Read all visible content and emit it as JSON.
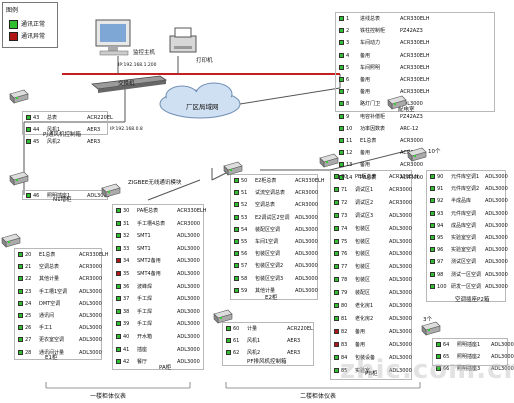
{
  "colors": {
    "normal": "#2fbf2f",
    "abnormal": "#b01616",
    "redline": "#c41e1e",
    "cloud": "#cfe0f2"
  },
  "legend": {
    "title": "图例",
    "items": [
      {
        "label": "通讯正常",
        "status": "normal"
      },
      {
        "label": "通讯异常",
        "status": "abnormal"
      }
    ]
  },
  "top": {
    "host_label": "监控主机",
    "host_ip": "IP:192.168.1.200",
    "printer_label": "打印机",
    "switch_label": "交换机",
    "lan_label": "厂区局域网",
    "ip2": "IP:192.168.0.8",
    "zigbee_label": "ZIGBEE无线通讯模块"
  },
  "panels": {
    "pdd": {
      "title": "配电室",
      "rows": [
        {
          "n": "1",
          "name": "进线总表",
          "model": "ACR330ELH",
          "st": "normal"
        },
        {
          "n": "2",
          "name": "铁柱控制柜",
          "model": "PZ42AZ3",
          "st": "normal"
        },
        {
          "n": "3",
          "name": "车间动力",
          "model": "ACR330ELH",
          "st": "normal"
        },
        {
          "n": "4",
          "name": "备用",
          "model": "ACR330ELH",
          "st": "normal"
        },
        {
          "n": "5",
          "name": "车间照明",
          "model": "ACR330ELH",
          "st": "normal"
        },
        {
          "n": "6",
          "name": "备用",
          "model": "ACR330ELH",
          "st": "normal"
        },
        {
          "n": "7",
          "name": "备用",
          "model": "ACR330ELH",
          "st": "normal"
        },
        {
          "n": "8",
          "name": "路灯门卫",
          "model": "ADL3000",
          "st": "normal"
        },
        {
          "n": "9",
          "name": "电容补偿柜",
          "model": "PZ42AZ3",
          "st": "normal"
        },
        {
          "n": "10",
          "name": "功率因数表",
          "model": "ARC-12",
          "st": "normal"
        },
        {
          "n": "11",
          "name": "E1总表",
          "model": "ACR3000",
          "st": "normal"
        },
        {
          "n": "12",
          "name": "备用",
          "model": "ACR3000",
          "st": "normal"
        },
        {
          "n": "13",
          "name": "备用",
          "model": "ACR3000",
          "st": "normal"
        },
        {
          "n": "14",
          "name": "PA总表",
          "model": "ACR3000",
          "st": "normal"
        }
      ]
    },
    "pj": {
      "title": "PJ通风机控制箱",
      "rows": [
        {
          "n": "43",
          "name": "总表",
          "model": "ACR220EL",
          "st": "normal"
        },
        {
          "n": "44",
          "name": "风机1",
          "model": "AER3",
          "st": "normal"
        },
        {
          "n": "45",
          "name": "风机2",
          "model": "AER3",
          "st": "normal"
        }
      ]
    },
    "n1": {
      "title": "N1增柜",
      "rows": [
        {
          "n": "46",
          "name": "照明插座1",
          "model": "ADL3000",
          "st": "normal"
        }
      ]
    },
    "e1": {
      "title": "E1柜",
      "rows": [
        {
          "n": "20",
          "name": "E1总表",
          "model": "ACR330ELH",
          "st": "normal"
        },
        {
          "n": "21",
          "name": "空调总表",
          "model": "ACR3000",
          "st": "normal"
        },
        {
          "n": "22",
          "name": "其他计量",
          "model": "ACR3000",
          "st": "normal"
        },
        {
          "n": "23",
          "name": "手工槽1空调",
          "model": "ADL3000",
          "st": "normal"
        },
        {
          "n": "24",
          "name": "DMT空调",
          "model": "ADL3000",
          "st": "normal"
        },
        {
          "n": "25",
          "name": "通讯间",
          "model": "ADL3000",
          "st": "normal"
        },
        {
          "n": "26",
          "name": "手工1",
          "model": "ADL3000",
          "st": "normal"
        },
        {
          "n": "27",
          "name": "更衣室空调",
          "model": "ADL3000",
          "st": "normal"
        },
        {
          "n": "28",
          "name": "通讯间计量",
          "model": "ADL3000",
          "st": "normal"
        }
      ]
    },
    "pa": {
      "title": "PA柜",
      "rows": [
        {
          "n": "30",
          "name": "PA柜总表",
          "model": "ACR330ELH",
          "st": "normal"
        },
        {
          "n": "31",
          "name": "手工槽4总表",
          "model": "ACR3000",
          "st": "normal"
        },
        {
          "n": "32",
          "name": "SMT1",
          "model": "ADL3000",
          "st": "normal"
        },
        {
          "n": "33",
          "name": "SMT1",
          "model": "ADL3000",
          "st": "normal"
        },
        {
          "n": "34",
          "name": "SMT2备用",
          "model": "ADL3000",
          "st": "abnormal"
        },
        {
          "n": "35",
          "name": "SMT4备用",
          "model": "ADL3000",
          "st": "abnormal"
        },
        {
          "n": "36",
          "name": "波峰焊",
          "model": "ADL3000",
          "st": "normal"
        },
        {
          "n": "37",
          "name": "手工焊",
          "model": "ADL3000",
          "st": "normal"
        },
        {
          "n": "38",
          "name": "手工焊",
          "model": "ADL3000",
          "st": "normal"
        },
        {
          "n": "39",
          "name": "手工焊",
          "model": "ADL3000",
          "st": "normal"
        },
        {
          "n": "40",
          "name": "开水箱",
          "model": "ADL3000",
          "st": "normal"
        },
        {
          "n": "41",
          "name": "插座",
          "model": "ADL3000",
          "st": "normal"
        },
        {
          "n": "42",
          "name": "餐厅",
          "model": "ADL3000",
          "st": "normal"
        }
      ]
    },
    "e2": {
      "title": "E2柜",
      "rows": [
        {
          "n": "50",
          "name": "E2柜总表",
          "model": "ACR330ELH",
          "st": "normal"
        },
        {
          "n": "51",
          "name": "试流空调总表",
          "model": "ACR3000",
          "st": "normal"
        },
        {
          "n": "52",
          "name": "空调总表",
          "model": "ACR3000",
          "st": "normal"
        },
        {
          "n": "53",
          "name": "E2调试区2空调",
          "model": "ADL3000",
          "st": "normal"
        },
        {
          "n": "54",
          "name": "装配区空调",
          "model": "ADL3000",
          "st": "normal"
        },
        {
          "n": "55",
          "name": "车间1空调",
          "model": "ADL3000",
          "st": "normal"
        },
        {
          "n": "56",
          "name": "包装区空调",
          "model": "ADL3000",
          "st": "normal"
        },
        {
          "n": "57",
          "name": "包装区空调2",
          "model": "ADL3000",
          "st": "normal"
        },
        {
          "n": "58",
          "name": "包装区空调3",
          "model": "ADL3000",
          "st": "normal"
        },
        {
          "n": "59",
          "name": "其他计量",
          "model": "ADL3000",
          "st": "normal"
        }
      ]
    },
    "pf": {
      "title": "PF排风机控制箱",
      "rows": [
        {
          "n": "60",
          "name": "计量",
          "model": "ACR220EL",
          "st": "normal"
        },
        {
          "n": "61",
          "name": "风机1",
          "model": "AER3",
          "st": "normal"
        },
        {
          "n": "62",
          "name": "风机2",
          "model": "AER3",
          "st": "normal"
        }
      ]
    },
    "pb": {
      "title": "PB柜",
      "rows": [
        {
          "n": "70",
          "name": "PB柜总表",
          "model": "ACR330ELH",
          "st": "normal"
        },
        {
          "n": "71",
          "name": "调试区1",
          "model": "ACR3000",
          "st": "normal"
        },
        {
          "n": "72",
          "name": "调试区2",
          "model": "ACR3000",
          "st": "normal"
        },
        {
          "n": "73",
          "name": "调试区3",
          "model": "ADL3000",
          "st": "normal"
        },
        {
          "n": "74",
          "name": "包装区",
          "model": "ADL3000",
          "st": "normal"
        },
        {
          "n": "75",
          "name": "包装区",
          "model": "ADL3000",
          "st": "normal"
        },
        {
          "n": "76",
          "name": "包装区",
          "model": "ADL3000",
          "st": "normal"
        },
        {
          "n": "77",
          "name": "包装区",
          "model": "ADL3000",
          "st": "normal"
        },
        {
          "n": "78",
          "name": "包装区",
          "model": "ADL3000",
          "st": "normal"
        },
        {
          "n": "79",
          "name": "装配区",
          "model": "ADL3000",
          "st": "normal"
        },
        {
          "n": "80",
          "name": "老化房1",
          "model": "ADL3000",
          "st": "normal"
        },
        {
          "n": "81",
          "name": "老化房2",
          "model": "ADL3000",
          "st": "normal"
        },
        {
          "n": "82",
          "name": "备用",
          "model": "ADL3000",
          "st": "abnormal"
        },
        {
          "n": "83",
          "name": "备用",
          "model": "ADL3000",
          "st": "abnormal"
        },
        {
          "n": "84",
          "name": "包装设备",
          "model": "ADL3000",
          "st": "normal"
        },
        {
          "n": "85",
          "name": "实验室",
          "model": "ADL3000",
          "st": "normal"
        }
      ]
    },
    "p2": {
      "title": "空调插座P2箱",
      "top_note": "10个",
      "rows": [
        {
          "n": "90",
          "name": "元件库空调1",
          "model": "ADL3000",
          "st": "normal"
        },
        {
          "n": "91",
          "name": "元件库空调2",
          "model": "ADL3000",
          "st": "normal"
        },
        {
          "n": "92",
          "name": "半成品库",
          "model": "ADL3000",
          "st": "normal"
        },
        {
          "n": "93",
          "name": "元件库空调",
          "model": "ADL3000",
          "st": "normal"
        },
        {
          "n": "94",
          "name": "成品库空调",
          "model": "ADL3000",
          "st": "normal"
        },
        {
          "n": "95",
          "name": "实验室空调",
          "model": "ADL3000",
          "st": "normal"
        },
        {
          "n": "96",
          "name": "实验室空调",
          "model": "ADL3000",
          "st": "normal"
        },
        {
          "n": "97",
          "name": "测试区空调",
          "model": "ADL3000",
          "st": "normal"
        },
        {
          "n": "98",
          "name": "测试一区空调",
          "model": "ADL3000",
          "st": "normal"
        },
        {
          "n": "100",
          "name": "研发一区空调",
          "model": "ADL3000",
          "st": "normal"
        }
      ]
    },
    "p3": {
      "title": "3个",
      "rows": [
        {
          "n": "64",
          "name": "照明插座1",
          "model": "ADL3000",
          "st": "normal"
        },
        {
          "n": "65",
          "name": "照明插座2",
          "model": "ADL3000",
          "st": "normal"
        },
        {
          "n": "66",
          "name": "照明插座3",
          "model": "ADL3000",
          "st": "normal"
        }
      ]
    }
  },
  "footer": {
    "floor1": "一楼柜体仪表",
    "floor2": "二楼柜体仪表",
    "wm": "zhic.com.cn"
  }
}
